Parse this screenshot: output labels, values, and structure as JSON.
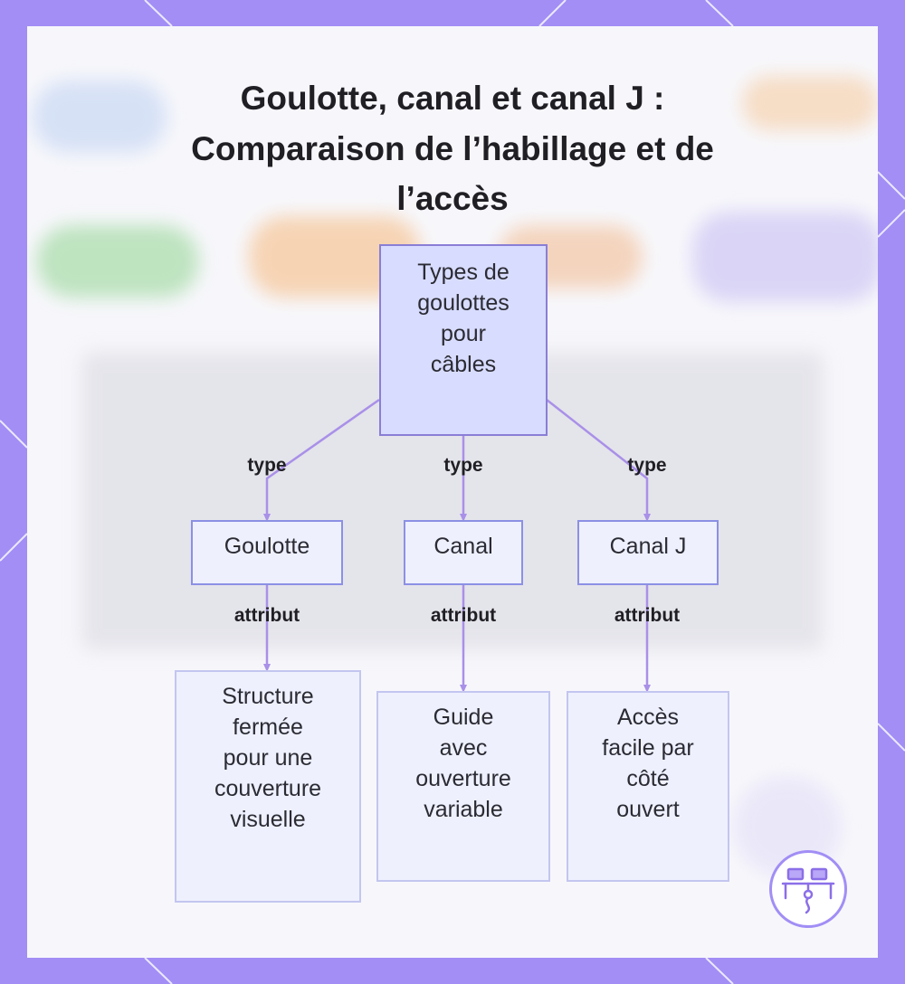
{
  "title": {
    "line1": "Goulotte, canal et canal J :",
    "line2": "Comparaison de l’habillage et de",
    "line3": "l’accès"
  },
  "root": {
    "lines": [
      "Types de",
      "goulottes",
      "pour",
      "câbles"
    ]
  },
  "types": [
    {
      "label": "Goulotte",
      "edge_label": "type",
      "attr_edge_label": "attribut",
      "attribute_lines": [
        "Structure",
        "fermée",
        "pour une",
        "couverture",
        "visuelle"
      ]
    },
    {
      "label": "Canal",
      "edge_label": "type",
      "attr_edge_label": "attribut",
      "attribute_lines": [
        "Guide",
        "avec",
        "ouverture",
        "variable"
      ]
    },
    {
      "label": "Canal J",
      "edge_label": "type",
      "attr_edge_label": "attribut",
      "attribute_lines": [
        "Accès",
        "facile par",
        "côté",
        "ouvert"
      ]
    }
  ],
  "colors": {
    "frame": "#a28ef5",
    "card": "#f7f7fb",
    "root_fill": "#d8dcff",
    "node_fill": "#eef0fe",
    "edge": "#a990e8"
  },
  "icons": {
    "logo": "workstation-logo-icon"
  }
}
